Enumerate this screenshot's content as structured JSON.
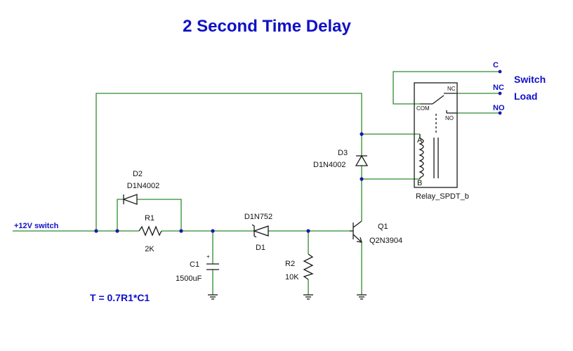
{
  "title": "2 Second Time Delay",
  "formula": "T = 0.7R1*C1",
  "input_label": "+12V switch",
  "switch_load_lines": [
    "Switch",
    "Load"
  ],
  "terminals": {
    "c": "C",
    "nc": "NC",
    "no": "NO"
  },
  "relay": {
    "name": "Relay_SPDT_b",
    "pin_com": "COM",
    "pin_nc": "NC",
    "pin_no": "NO",
    "pin_a": "A",
    "pin_b": "B"
  },
  "components": {
    "d2": {
      "ref": "D2",
      "part": "D1N4002"
    },
    "r1": {
      "ref": "R1",
      "value": "2K"
    },
    "c1": {
      "ref": "C1",
      "value": "1500uF",
      "polarity": "+"
    },
    "d1": {
      "ref": "D1",
      "part": "D1N752"
    },
    "r2": {
      "ref": "R2",
      "value": "10K"
    },
    "d3": {
      "ref": "D3",
      "part": "D1N4002"
    },
    "q1": {
      "ref": "Q1",
      "part": "Q2N3904"
    }
  },
  "colors": {
    "wire": "#2e8b2e",
    "title": "#1010c8",
    "junction": "#1a1aa8",
    "component": "#1a1a1a"
  }
}
